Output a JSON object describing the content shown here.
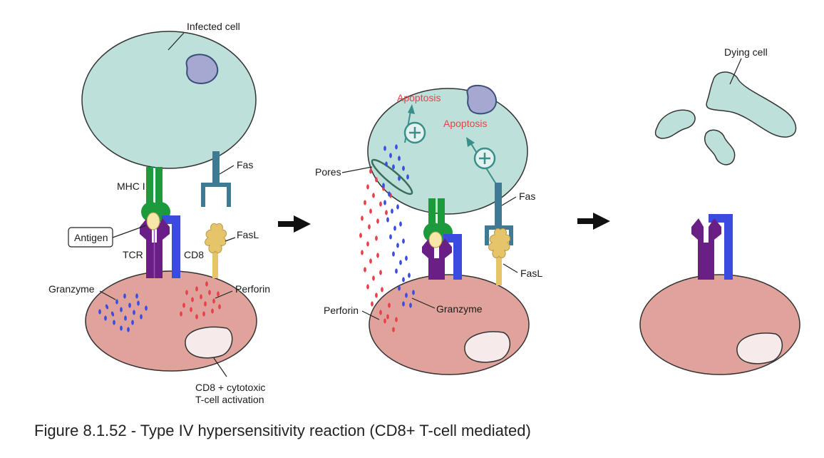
{
  "panel1": {
    "infected_cell": "Infected cell",
    "fas": "Fas",
    "mhc": "MHC I",
    "antigen": "Antigen",
    "tcr": "TCR",
    "cd8": "CD8",
    "fasl": "FasL",
    "granzyme": "Granzyme",
    "perforin": "Perforin",
    "activation_line1": "CD8 + cytotoxic",
    "activation_line2": "T-cell activation"
  },
  "panel2": {
    "apoptosis_1": "Apoptosis",
    "apoptosis_2": "Apoptosis",
    "pores": "Pores",
    "fas": "Fas",
    "fasl": "FasL",
    "perforin": "Perforin",
    "granzyme": "Granzyme"
  },
  "panel3": {
    "dying_cell": "Dying cell"
  },
  "caption": "Figure 8.1.52 - Type IV hypersensitivity reaction (CD8+ T-cell mediated)",
  "colors": {
    "infected_cell": "#bde0da",
    "t_cell": "#e0a39c",
    "mhc": "#1d9a3c",
    "tcr": "#6a1f86",
    "cd8": "#3b4be0",
    "fas": "#3f7a94",
    "fasl": "#e6c46a",
    "granzyme": "#3b4ee0",
    "perforin": "#e8414a",
    "apoptosis": "#e8414a"
  }
}
